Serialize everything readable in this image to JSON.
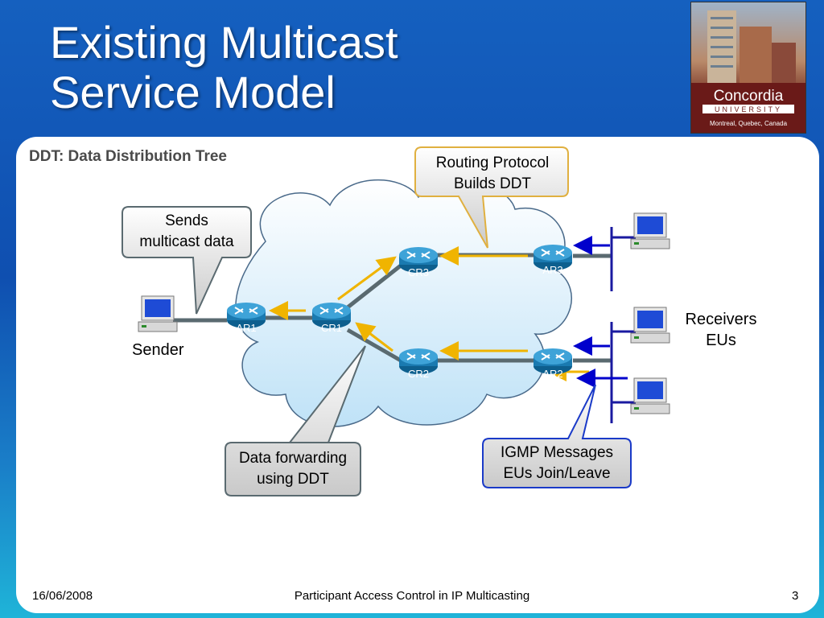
{
  "title": {
    "line1": "Existing Multicast",
    "line2": "Service Model"
  },
  "logo": {
    "name": "Concordia",
    "sub": "UNIVERSITY",
    "place": "Montreal, Quebec, Canada"
  },
  "ddt_label": "DDT: Data Distribution Tree",
  "callouts": {
    "routing": {
      "line1": "Routing Protocol",
      "line2": "Builds DDT"
    },
    "sends": {
      "line1": "Sends",
      "line2": "multicast data"
    },
    "forwarding": {
      "line1": "Data forwarding",
      "line2": "using DDT"
    },
    "igmp": {
      "line1": "IGMP Messages",
      "line2": "EUs Join/Leave"
    }
  },
  "routers": {
    "ar1": "AR1",
    "cr1": "CR1",
    "cr3": "CR3",
    "ar3": "AR3",
    "cr2": "CR2",
    "ar2": "AR2"
  },
  "sender_label": "Sender",
  "receivers_label": {
    "line1": "Receivers",
    "line2": "EUs"
  },
  "footer": {
    "date": "16/06/2008",
    "center": "Participant Access Control in IP Multicasting",
    "page": "3"
  },
  "colors": {
    "router": "#1b7fb8",
    "arrow_data": "#f0b400",
    "arrow_join": "#0000cc",
    "lan": "#1a1aa0"
  }
}
